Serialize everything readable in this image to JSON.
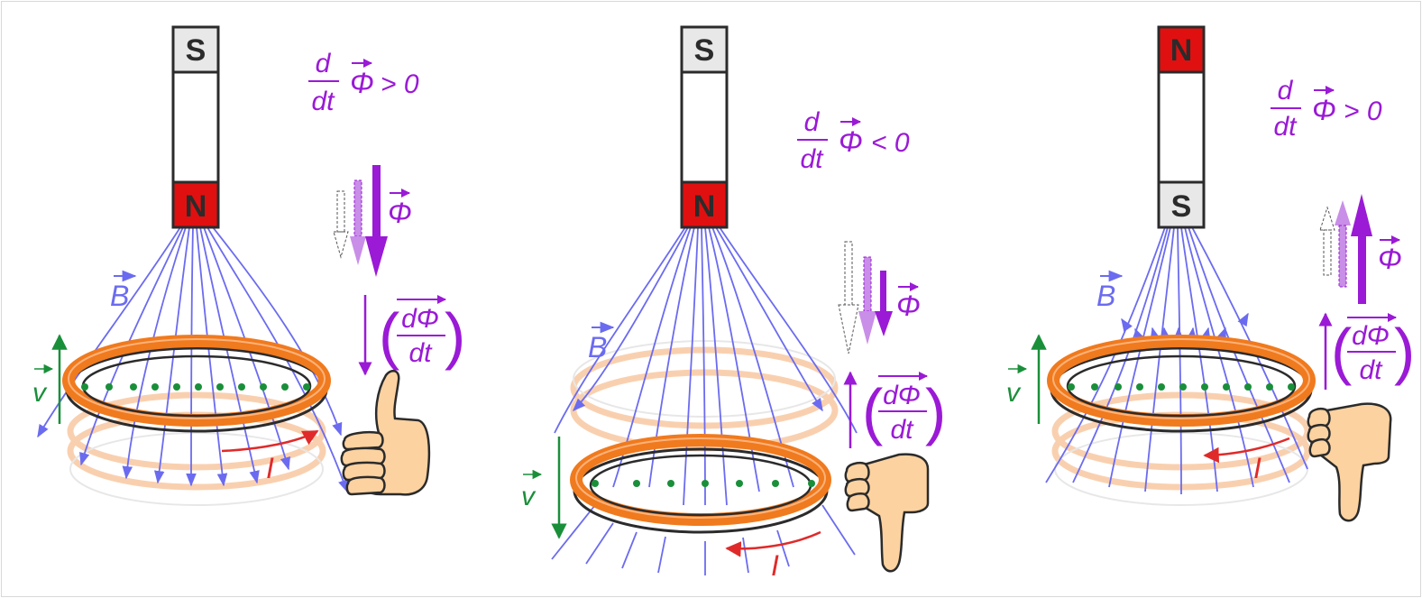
{
  "colors": {
    "field_line": "#6b6bf0",
    "flux": "#9a1ad6",
    "flux_light": "#c98ee8",
    "coil": "#f07a1e",
    "coil_ghost": "#f7b98a",
    "velocity": "#1a8f3a",
    "current": "#e02a2a",
    "north": "#e01010",
    "south": "#e8e8e8",
    "skin": "#fcd2a0"
  },
  "panels": [
    {
      "magnet_top_pole": "S",
      "magnet_bottom_pole": "N",
      "rate_numerator": "d",
      "rate_denominator": "dt",
      "flux_symbol": "Φ",
      "rate_relation": "> 0",
      "flux_label": "Φ",
      "dphi_numerator": "dΦ",
      "dphi_denominator": "dt",
      "field_label": "B",
      "velocity_label": "v",
      "current_label": "I",
      "thumb": "thumbs-up-icon",
      "coil_motion": "up"
    },
    {
      "magnet_top_pole": "S",
      "magnet_bottom_pole": "N",
      "rate_numerator": "d",
      "rate_denominator": "dt",
      "flux_symbol": "Φ",
      "rate_relation": "< 0",
      "flux_label": "Φ",
      "dphi_numerator": "dΦ",
      "dphi_denominator": "dt",
      "field_label": "B",
      "velocity_label": "v",
      "current_label": "I",
      "thumb": "thumbs-down-icon",
      "coil_motion": "down"
    },
    {
      "magnet_top_pole": "N",
      "magnet_bottom_pole": "S",
      "rate_numerator": "d",
      "rate_denominator": "dt",
      "flux_symbol": "Φ",
      "rate_relation": "> 0",
      "flux_label": "Φ",
      "dphi_numerator": "dΦ",
      "dphi_denominator": "dt",
      "field_label": "B",
      "velocity_label": "v",
      "current_label": "I",
      "thumb": "thumbs-down-icon",
      "coil_motion": "up"
    }
  ]
}
